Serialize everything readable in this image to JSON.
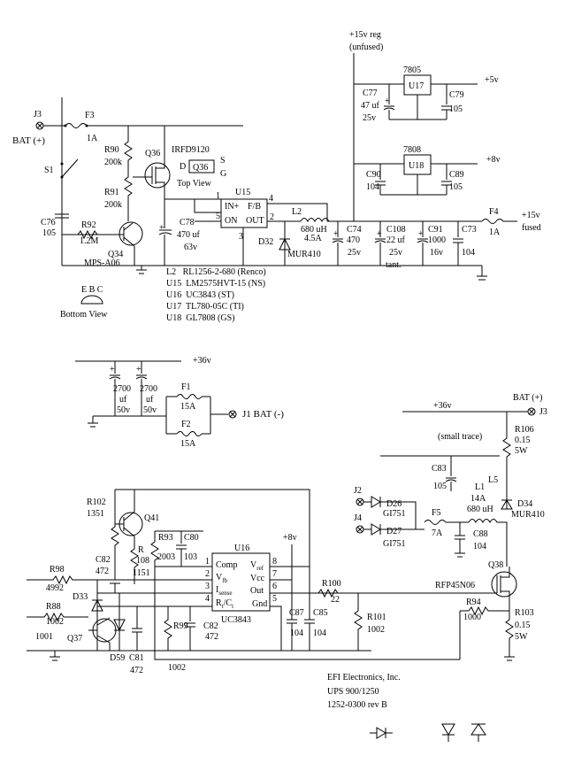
{
  "top": {
    "j3": "J3",
    "bat_plus": "BAT (+)",
    "f3": "F3",
    "f3_val": "1A",
    "s1": "S1",
    "r90": "R90",
    "r90_val": "200k",
    "r91": "R91",
    "r91_val": "200k",
    "q36": "Q36",
    "irfd": "IRFD9120",
    "d": "D",
    "q36box": "Q36",
    "s": "S",
    "g": "G",
    "topview": "Top View",
    "c76": "C76",
    "c76_val": "105",
    "r92": "R92",
    "r92_val": "1.2M",
    "q34": "Q34",
    "mps": "MPS-A06",
    "ebc": "E B C",
    "bottomview": "Bottom View",
    "c78": "C78",
    "c78_val": "470 uf",
    "c78_v": "63v",
    "u15": "U15",
    "in": "IN+",
    "fb": "F/B",
    "on": "ON",
    "out": "OUT",
    "p1": "1",
    "p2": "2",
    "p3": "3",
    "p4": "4",
    "p5": "5",
    "l2": "L2",
    "l2_val": "680 uH",
    "l2_a": "4.5A",
    "d32": "D32",
    "mur410": "MUR410",
    "c74": "C74",
    "c74_val": "470",
    "c74_v": "25v",
    "c108": "C108",
    "c108_val": "22 uf",
    "c108_v": "25v",
    "tant": "tant.",
    "c91": "C91",
    "c91_val": "1000",
    "c91_v": "16v",
    "c73": "C73",
    "c73_val": "104",
    "f4": "F4",
    "f4_val": "1A",
    "p15f": "+15v",
    "fused": "fused",
    "p15reg": "+15v reg",
    "unfused": "(unfused)",
    "u17t": "7805",
    "u17": "U17",
    "p5v": "+5v",
    "c77": "C77",
    "c77_val": "47 uf",
    "c77_v": "25v",
    "c79": "C79",
    "c79_val": "105",
    "u18t": "7808",
    "u18": "U18",
    "p8v": "+8v",
    "c90": "C90",
    "c90_val": "104",
    "c89": "C89",
    "c89_val": "105",
    "parts": [
      "L2   RL1256-2-680 (Renco)",
      "U15  LM2575HVT-15 (NS)",
      "U16  UC3843 (ST)",
      "U17  TL780-05C (TI)",
      "U18  GL7808 (GS)"
    ]
  },
  "mid": {
    "p36": "+36v",
    "c1": "2700",
    "uf": "uf",
    "v50": "50v",
    "c2": "2700",
    "f1": "F1",
    "f1_val": "15A",
    "f2": "F2",
    "f2_val": "15A",
    "j1": "J1  BAT (-)"
  },
  "bottom": {
    "r102": "R102",
    "r102_val": "1351",
    "q41": "Q41",
    "r108": "R",
    "r108a": "108",
    "r108_val": "1151",
    "c82": "C82",
    "c82_val": "472",
    "r93": "R93",
    "r93_val": "2003",
    "c80": "C80",
    "c80_val": "103",
    "u16": "U16",
    "comp": "Comp",
    "vref": "V",
    "vref_s": "ref",
    "vfb": "V",
    "vfb_s": "fb",
    "vcc": "Vcc",
    "isense": "I",
    "isense_s": "sense",
    "out": "Out",
    "rtct": "R",
    "rtct_s": "t",
    "ct": "/C",
    "ct_s": "t",
    "gnd": "Gnd",
    "pin1": "1",
    "pin2": "2",
    "pin3": "3",
    "pin4": "4",
    "pin5": "5",
    "pin6": "6",
    "pin7": "7",
    "pin8": "8",
    "uc": "UC3843",
    "p8v": "+8v",
    "r98": "R98",
    "r98_val": "4992",
    "r88": "R88",
    "r88_val": "1002",
    "d33": "D33",
    "q37": "Q37",
    "r1001": "1001",
    "r99": "R99",
    "c82b": "C82",
    "c82b_val": "472",
    "c87": "C87",
    "c87_val": "104",
    "c85": "C85",
    "c85_val": "104",
    "d59": "D59",
    "c81": "C81",
    "c81_val": "472",
    "r1002": "1002",
    "r100": "R100",
    "r100_val": "22",
    "r101": "R101",
    "r101_val": "1002",
    "p36": "+36v",
    "batp": "BAT (+)",
    "j3": "J3",
    "r106": "R106",
    "r106_val": "0.15",
    "r106_w": "5W",
    "small": "(small trace)",
    "c83": "C83",
    "c83_val": "105",
    "l5": "L5",
    "l1": "L1",
    "l1_a": "14A",
    "l1_val": "680 uH",
    "d34": "D34",
    "mur410": "MUR410",
    "j2": "J2",
    "j4": "J4",
    "d26": "D26",
    "d27": "D27",
    "gi": "GI751",
    "gi2": "GI751",
    "f5": "F5",
    "f5_val": "7A",
    "c88": "C88",
    "c88_val": "104",
    "q38": "Q38",
    "rfp": "RFP45N06",
    "r94": "R94",
    "r94_val": "1000",
    "r103": "R103",
    "r103_val": "0.15",
    "r103_w": "5W",
    "co1": "EFI Electronics, Inc.",
    "co2": "UPS 900/1250",
    "co3": "1252-0300 rev B"
  }
}
